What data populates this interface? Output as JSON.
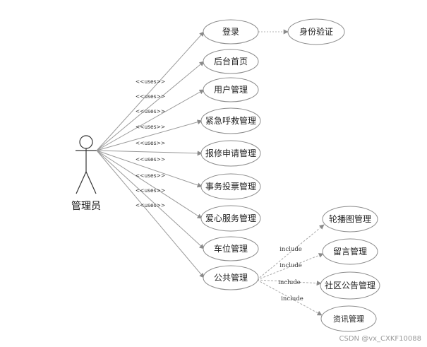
{
  "actor": {
    "label": "管理员"
  },
  "primary_use_cases": [
    "登录",
    "后台首页",
    "用户管理",
    "紧急呼救管理",
    "报修申请管理",
    "事务投票管理",
    "爱心服务管理",
    "车位管理",
    "公共管理"
  ],
  "uses_label": "<<uses>>",
  "login_extension": "身份验证",
  "include_label": "include",
  "public_sub_cases": [
    "轮播图管理",
    "留言管理",
    "社区公告管理",
    "资讯管理"
  ],
  "colors": {
    "line": "#9a9a9a",
    "oval_stroke": "#8c8c8c",
    "text": "#222222"
  },
  "watermark": "CSDN @vx_CXKF10088"
}
